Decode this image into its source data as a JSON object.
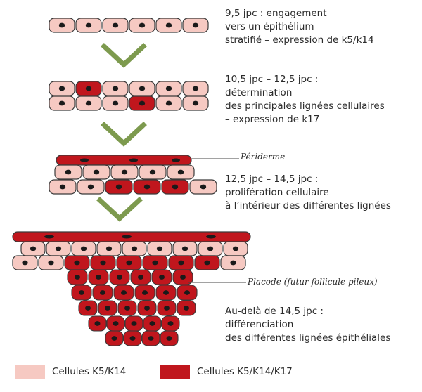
{
  "stages": [
    {
      "lines": [
        "9,5 jpc : engagement",
        "vers un épithélium",
        "stratifié – expression de k5/k14"
      ]
    },
    {
      "lines": [
        "10,5 jpc – 12,5 jpc :",
        "détermination",
        "des principales lignées cellulaires",
        "– expression de k17"
      ]
    },
    {
      "lines": [
        "12,5 jpc – 14,5 jpc :",
        "prolifération cellulaire",
        "à l’intérieur des différentes lignées"
      ]
    },
    {
      "lines": [
        "Au-delà de 14,5 jpc :",
        "différenciation",
        "des différentes lignées épithéliales"
      ]
    }
  ],
  "labels": {
    "periderme": "Périderme",
    "placode": "Placode (futur follicule pileux)"
  },
  "legend": [
    {
      "label": "Cellules K5/K14",
      "color": "#f6c9c2"
    },
    {
      "label": "Cellules K5/K14/K17",
      "color": "#c0161d"
    }
  ],
  "colors": {
    "light_cell": "#f6c9c2",
    "dark_cell": "#c0161d",
    "outline": "#3a3a3a",
    "nucleus": "#1a1a1a",
    "arrow": "#7d9a4e"
  }
}
